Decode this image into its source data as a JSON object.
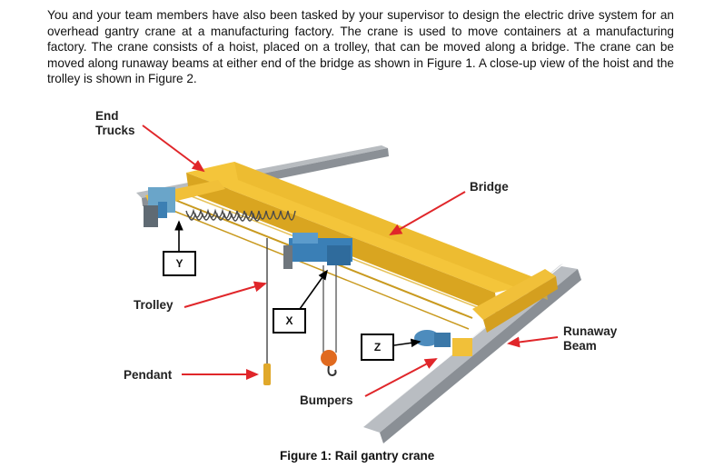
{
  "paragraph": "You and your team members have also been tasked by your supervisor to design the electric drive system for an overhead gantry crane at a manufacturing factory. The crane is used to move containers at a manufacturing factory. The crane consists of a hoist, placed on a trolley, that can be moved along a bridge. The crane can be moved along runaway beams at either end of the bridge as shown in Figure 1. A close-up view of the hoist and the trolley is shown in Figure 2.",
  "figure": {
    "labels": {
      "end_trucks_1": "End",
      "end_trucks_2": "Trucks",
      "bridge": "Bridge",
      "trolley": "Trolley",
      "runaway_1": "Runaway",
      "runaway_2": "Beam",
      "pendant": "Pendant",
      "bumpers": "Bumpers"
    },
    "boxes": {
      "y": "Y",
      "x": "X",
      "z": "Z"
    },
    "caption": "Figure 1: Rail gantry crane"
  },
  "colors": {
    "beam_yellow": "#f4c53a",
    "beam_shade": "#d9a520",
    "rail_gray": "#9aa0a6",
    "trolley_blue": "#3a7fb6",
    "arrow_red": "#e0262a"
  }
}
